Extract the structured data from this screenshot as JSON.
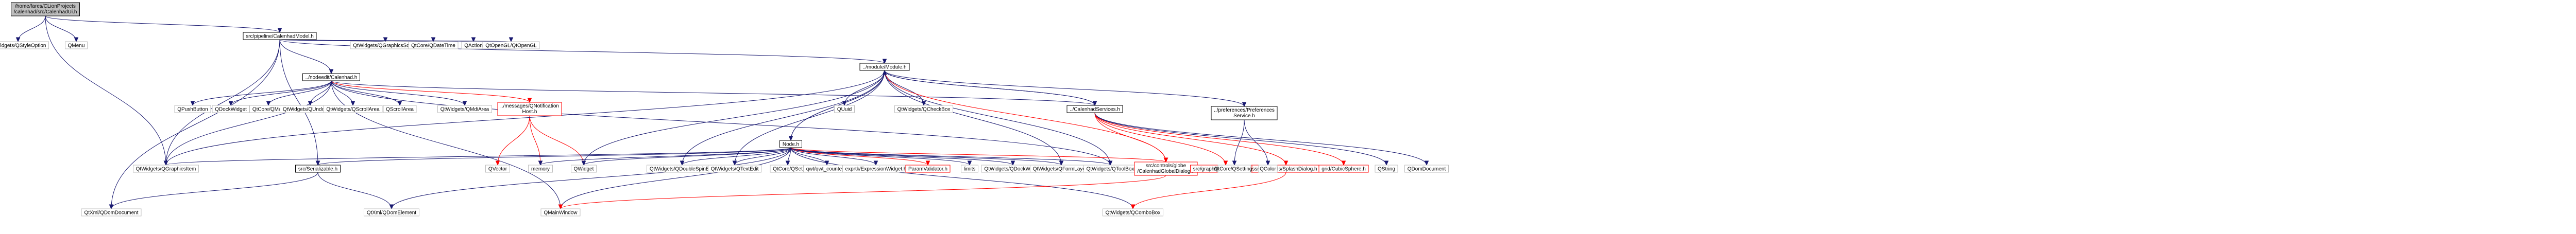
{
  "diagram": {
    "colors": {
      "edge": "#191970",
      "edge_red": "#ff0000",
      "root_fill": "#bfbfbf",
      "border_grey": "#bfbfbf",
      "border_black": "#000000",
      "border_red": "#ff0000"
    },
    "nodes": [
      {
        "id": "root",
        "lines": [
          "/home/fares/CLionProjects",
          "/calenhad/src/CalenhadUi.h"
        ],
        "style": "root"
      },
      {
        "id": "qstyleoption",
        "lines": [
          "QtWidgets/QStyleOption"
        ],
        "style": "plain"
      },
      {
        "id": "qmenu",
        "lines": [
          "QMenu"
        ],
        "style": "plain"
      },
      {
        "id": "calenhadmodel",
        "lines": [
          "src/pipeline/CalenhadModel.h"
        ],
        "style": "linked"
      },
      {
        "id": "qgraphicsitem",
        "lines": [
          "QtWidgets/QGraphicsItem"
        ],
        "style": "plain"
      },
      {
        "id": "nodeeditcalenhad",
        "lines": [
          "../nodeedit/Calenhad.h"
        ],
        "style": "linked"
      },
      {
        "id": "qgraphicsscene",
        "lines": [
          "QtWidgets/QGraphicsScene"
        ],
        "style": "plain"
      },
      {
        "id": "qdatetime",
        "lines": [
          "QtCore/QDateTime"
        ],
        "style": "plain"
      },
      {
        "id": "qaction",
        "lines": [
          "QAction"
        ],
        "style": "plain"
      },
      {
        "id": "qopengl",
        "lines": [
          "QtOpenGL/QtOpenGL"
        ],
        "style": "plain"
      },
      {
        "id": "modulemodule",
        "lines": [
          "../module/Module.h"
        ],
        "style": "linked"
      },
      {
        "id": "qpushbutton",
        "lines": [
          "QPushButton"
        ],
        "style": "plain"
      },
      {
        "id": "qdockwidget",
        "lines": [
          "QDockWidget"
        ],
        "style": "plain"
      },
      {
        "id": "qmap",
        "lines": [
          "QtCore/QMap"
        ],
        "style": "plain"
      },
      {
        "id": "qundostack",
        "lines": [
          "QtWidgets/QUndoStack"
        ],
        "style": "plain"
      },
      {
        "id": "qscrollarea",
        "lines": [
          "QtWidgets/QScrollArea"
        ],
        "style": "plain"
      },
      {
        "id": "qscrollarea2",
        "lines": [
          "QScrollArea"
        ],
        "style": "plain"
      },
      {
        "id": "qmdiarea",
        "lines": [
          "QtWidgets/QMdiArea"
        ],
        "style": "plain"
      },
      {
        "id": "qnotification",
        "lines": [
          "../messages/QNotification",
          "Host.h"
        ],
        "style": "red"
      },
      {
        "id": "quuid",
        "lines": [
          "QUuid"
        ],
        "style": "plain"
      },
      {
        "id": "qcheckbox",
        "lines": [
          "QtWidgets/QCheckBox"
        ],
        "style": "plain"
      },
      {
        "id": "calenhadservices",
        "lines": [
          "../CalenhadServices.h"
        ],
        "style": "linked"
      },
      {
        "id": "preferences",
        "lines": [
          "../preferences/Preferences",
          "Service.h"
        ],
        "style": "linked"
      },
      {
        "id": "nodeh",
        "lines": [
          "Node.h"
        ],
        "style": "linked"
      },
      {
        "id": "qvector",
        "lines": [
          "QVector"
        ],
        "style": "plain"
      },
      {
        "id": "memory",
        "lines": [
          "memory"
        ],
        "style": "plain"
      },
      {
        "id": "qwidget",
        "lines": [
          "QWidget"
        ],
        "style": "plain"
      },
      {
        "id": "serializable",
        "lines": [
          "src/Serializable.h"
        ],
        "style": "linked"
      },
      {
        "id": "qdoublespinbox",
        "lines": [
          "QtWidgets/QDoubleSpinBox"
        ],
        "style": "plain"
      },
      {
        "id": "qtextedit",
        "lines": [
          "QtWidgets/QTextEdit"
        ],
        "style": "plain"
      },
      {
        "id": "qset",
        "lines": [
          "QtCore/QSet"
        ],
        "style": "plain"
      },
      {
        "id": "qwtcounter",
        "lines": [
          "qwt/qwt_counter.h"
        ],
        "style": "plain"
      },
      {
        "id": "exprtk",
        "lines": [
          "exprtk/ExpressionWidget.h"
        ],
        "style": "plain"
      },
      {
        "id": "paramvalidator",
        "lines": [
          "ParamValidator.h"
        ],
        "style": "red"
      },
      {
        "id": "limits",
        "lines": [
          "limits"
        ],
        "style": "plain"
      },
      {
        "id": "qdockwidget2",
        "lines": [
          "QtWidgets/QDockWidget"
        ],
        "style": "plain"
      },
      {
        "id": "qformlayout",
        "lines": [
          "QtWidgets/QFormLayout"
        ],
        "style": "plain"
      },
      {
        "id": "qtoolbox",
        "lines": [
          "QtWidgets/QToolBox"
        ],
        "style": "plain"
      },
      {
        "id": "calenhadglobaldialog",
        "lines": [
          "src/controls/globe",
          "/CalenhadGlobalDialog.h"
        ],
        "style": "red"
      },
      {
        "id": "computeservice",
        "lines": [
          "src/graph/ComputeService.h"
        ],
        "style": "red"
      },
      {
        "id": "splashdialog",
        "lines": [
          "src/controls/SplashDialog.h"
        ],
        "style": "red"
      },
      {
        "id": "cubicsphere",
        "lines": [
          "grid/CubicSphere.h"
        ],
        "style": "red"
      },
      {
        "id": "qstring",
        "lines": [
          "QString"
        ],
        "style": "plain"
      },
      {
        "id": "qdomdocument2",
        "lines": [
          "QDomDocument"
        ],
        "style": "plain"
      },
      {
        "id": "qsettings",
        "lines": [
          "QtCore/QSettings"
        ],
        "style": "plain"
      },
      {
        "id": "qcolor",
        "lines": [
          "QColor"
        ],
        "style": "plain"
      },
      {
        "id": "qdomdocument",
        "lines": [
          "QtXml/QDomDocument"
        ],
        "style": "plain"
      },
      {
        "id": "qdomelement",
        "lines": [
          "QtXml/QDomElement"
        ],
        "style": "plain"
      },
      {
        "id": "qmainwindow",
        "lines": [
          "QMainWindow"
        ],
        "style": "plain"
      },
      {
        "id": "qcombobox",
        "lines": [
          "QtWidgets/QComboBox"
        ],
        "style": "plain"
      }
    ],
    "edges": [
      [
        "root",
        "qstyleoption"
      ],
      [
        "root",
        "qmenu"
      ],
      [
        "root",
        "calenhadmodel"
      ],
      [
        "root",
        "qgraphicsitem"
      ],
      [
        "calenhadmodel",
        "nodeeditcalenhad"
      ],
      [
        "calenhadmodel",
        "qgraphicsscene"
      ],
      [
        "calenhadmodel",
        "qdatetime"
      ],
      [
        "calenhadmodel",
        "qaction"
      ],
      [
        "calenhadmodel",
        "qopengl"
      ],
      [
        "calenhadmodel",
        "modulemodule"
      ],
      [
        "calenhadmodel",
        "qgraphicsitem"
      ],
      [
        "calenhadmodel",
        "serializable"
      ],
      [
        "calenhadmodel",
        "qdomdocument"
      ],
      [
        "nodeeditcalenhad",
        "qpushbutton"
      ],
      [
        "nodeeditcalenhad",
        "qdockwidget"
      ],
      [
        "nodeeditcalenhad",
        "qmap"
      ],
      [
        "nodeeditcalenhad",
        "qundostack"
      ],
      [
        "nodeeditcalenhad",
        "qscrollarea"
      ],
      [
        "nodeeditcalenhad",
        "qscrollarea2"
      ],
      [
        "nodeeditcalenhad",
        "qmdiarea"
      ],
      [
        "nodeeditcalenhad",
        "qnotification"
      ],
      [
        "nodeeditcalenhad",
        "qgraphicsitem"
      ],
      [
        "nodeeditcalenhad",
        "qmainwindow"
      ],
      [
        "nodeeditcalenhad",
        "calenhadservices"
      ],
      [
        "nodeeditcalenhad",
        "qtoolbox"
      ],
      [
        "qnotification",
        "qvector"
      ],
      [
        "qnotification",
        "memory"
      ],
      [
        "qnotification",
        "qwidget"
      ],
      [
        "modulemodule",
        "quuid"
      ],
      [
        "modulemodule",
        "qcheckbox"
      ],
      [
        "modulemodule",
        "calenhadservices"
      ],
      [
        "modulemodule",
        "preferences"
      ],
      [
        "modulemodule",
        "nodeh"
      ],
      [
        "modulemodule",
        "qwidget"
      ],
      [
        "modulemodule",
        "qdoublespinbox"
      ],
      [
        "modulemodule",
        "qtextedit"
      ],
      [
        "modulemodule",
        "qformlayout"
      ],
      [
        "modulemodule",
        "qtoolbox"
      ],
      [
        "modulemodule",
        "calenhadglobaldialog"
      ],
      [
        "modulemodule",
        "qgraphicsitem"
      ],
      [
        "nodeh",
        "qgraphicsitem"
      ],
      [
        "nodeh",
        "memory"
      ],
      [
        "nodeh",
        "qwidget"
      ],
      [
        "nodeh",
        "serializable"
      ],
      [
        "nodeh",
        "qdoublespinbox"
      ],
      [
        "nodeh",
        "qtextedit"
      ],
      [
        "nodeh",
        "qset"
      ],
      [
        "nodeh",
        "qwtcounter"
      ],
      [
        "nodeh",
        "exprtk"
      ],
      [
        "nodeh",
        "paramvalidator"
      ],
      [
        "nodeh",
        "limits"
      ],
      [
        "nodeh",
        "qdockwidget2"
      ],
      [
        "nodeh",
        "qformlayout"
      ],
      [
        "nodeh",
        "qtoolbox"
      ],
      [
        "nodeh",
        "calenhadglobaldialog"
      ],
      [
        "nodeh",
        "qdomelement"
      ],
      [
        "nodeh",
        "qmainwindow"
      ],
      [
        "nodeh",
        "qcombobox"
      ],
      [
        "nodeh",
        "modulemodule"
      ],
      [
        "calenhadservices",
        "computeservice"
      ],
      [
        "calenhadservices",
        "splashdialog"
      ],
      [
        "calenhadservices",
        "cubicsphere"
      ],
      [
        "calenhadservices",
        "qstring"
      ],
      [
        "calenhadservices",
        "qdomdocument2"
      ],
      [
        "calenhadservices",
        "calenhadglobaldialog"
      ],
      [
        "calenhadservices",
        "modulemodule"
      ],
      [
        "preferences",
        "qsettings"
      ],
      [
        "preferences",
        "qcolor"
      ],
      [
        "serializable",
        "qdomdocument"
      ],
      [
        "serializable",
        "qdomelement"
      ],
      [
        "calenhadglobaldialog",
        "qmainwindow"
      ],
      [
        "splashdialog",
        "qcombobox"
      ]
    ]
  }
}
